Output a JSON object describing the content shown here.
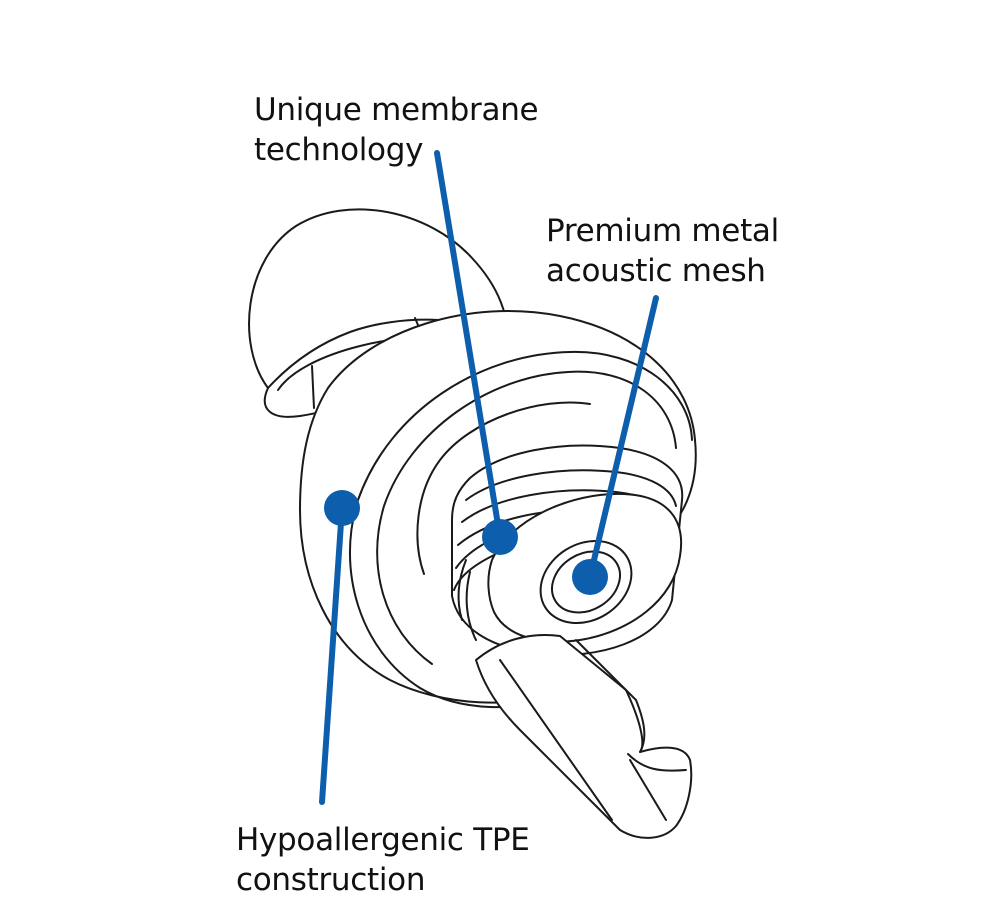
{
  "accent_color": "#0d5fad",
  "callouts": {
    "membrane": {
      "line1": "Unique membrane",
      "line2": "technology"
    },
    "mesh": {
      "line1": "Premium metal",
      "line2": "acoustic mesh"
    },
    "tpe": {
      "line1": "Hypoallergenic TPE",
      "line2": "construction"
    }
  }
}
